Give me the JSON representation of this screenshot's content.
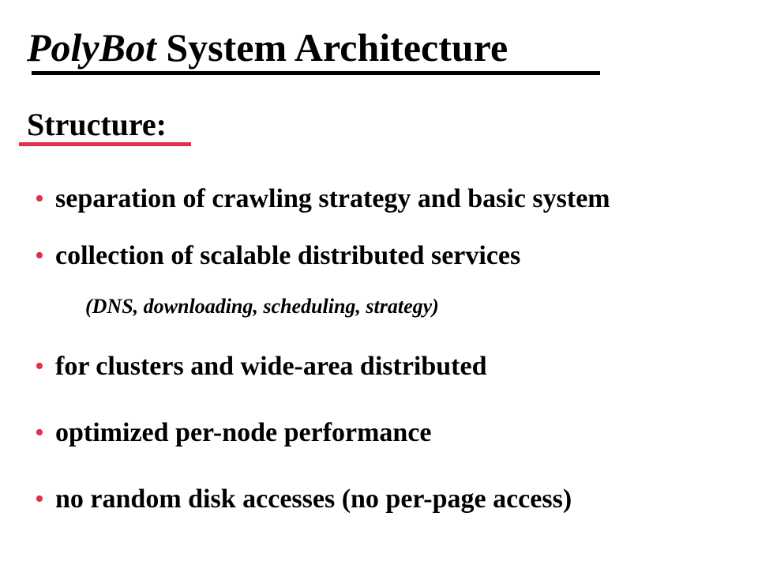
{
  "slide": {
    "title_italic": "PolyBot",
    "title_rest": " System Architecture",
    "subtitle": "Structure:",
    "bullet_marker": "•",
    "bullets": [
      "separation of crawling strategy and basic system",
      "collection of scalable distributed services",
      "for clusters and wide-area distributed",
      "optimized per-node performance",
      "no random disk accesses  (no per-page access)"
    ],
    "sub_note": "(DNS, downloading, scheduling, strategy)"
  },
  "colors": {
    "accent": "#e0304e",
    "text": "#000000",
    "background": "#ffffff"
  }
}
